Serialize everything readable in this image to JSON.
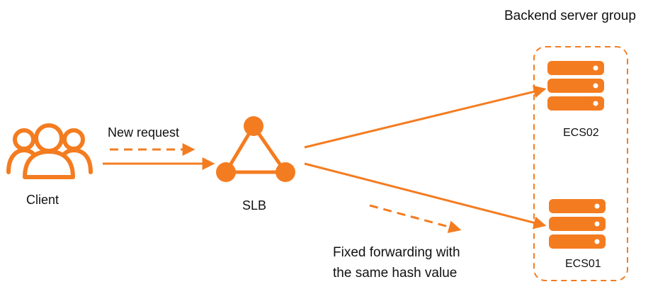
{
  "diagram": {
    "accent_color": "#f47c20",
    "backend_group": {
      "title": "Backend server group",
      "servers": [
        {
          "name": "ECS02",
          "icon": "server-icon"
        },
        {
          "name": "ECS01",
          "icon": "server-icon"
        }
      ]
    },
    "client": {
      "label": "Client",
      "icon": "users-icon"
    },
    "slb": {
      "label": "SLB",
      "icon": "load-balancer-icon"
    },
    "new_request_label": "New request",
    "fixed_forwarding_label": {
      "line1": "Fixed forwarding with",
      "line2": "the same hash value"
    }
  }
}
